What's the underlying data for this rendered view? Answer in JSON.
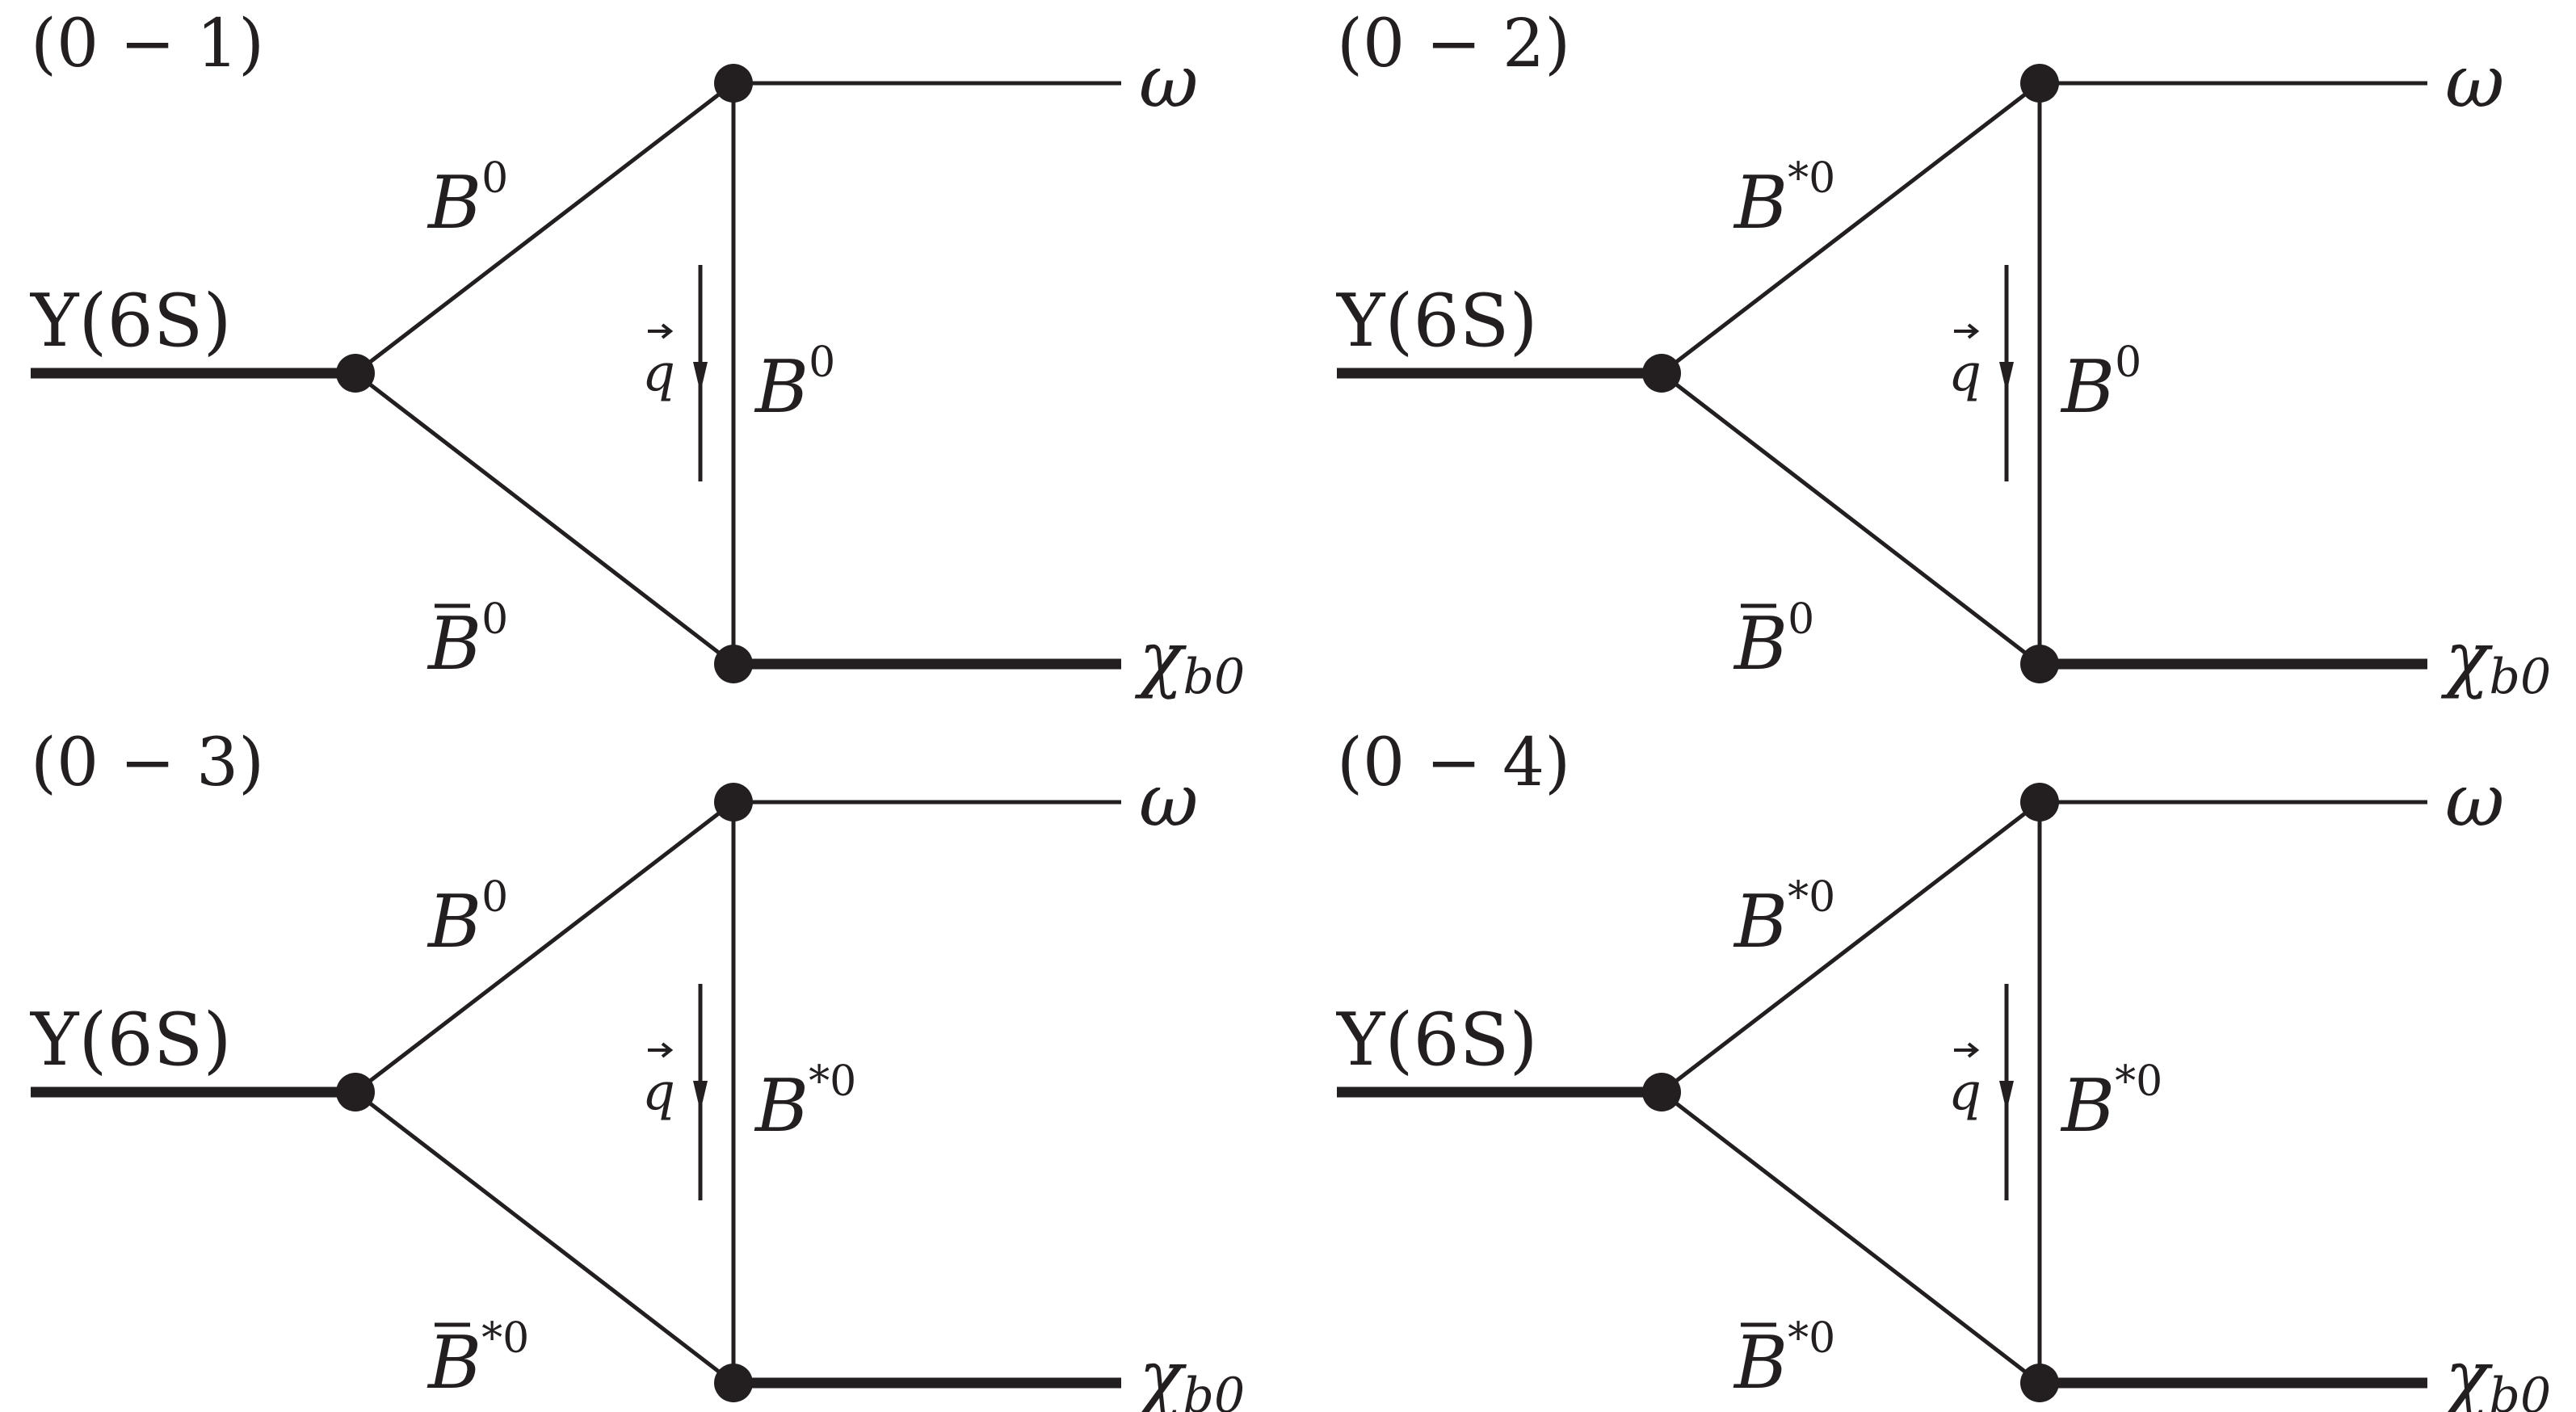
{
  "diagrams": [
    {
      "panel": "(0 − 1)",
      "initial": "Υ(6S)",
      "upper_meson": {
        "base": "B",
        "bar": false,
        "sup": "0"
      },
      "lower_meson": {
        "base": "B",
        "bar": true,
        "sup": "0"
      },
      "exchanged": {
        "base": "B",
        "sup": "0"
      },
      "momentum": "q",
      "final_top": "ω",
      "final_bottom": {
        "base": "χ",
        "sub": "b0"
      }
    },
    {
      "panel": "(0 − 2)",
      "initial": "Υ(6S)",
      "upper_meson": {
        "base": "B",
        "bar": false,
        "sup": "*0"
      },
      "lower_meson": {
        "base": "B",
        "bar": true,
        "sup": "0"
      },
      "exchanged": {
        "base": "B",
        "sup": "0"
      },
      "momentum": "q",
      "final_top": "ω",
      "final_bottom": {
        "base": "χ",
        "sub": "b0"
      }
    },
    {
      "panel": "(0 − 3)",
      "initial": "Υ(6S)",
      "upper_meson": {
        "base": "B",
        "bar": false,
        "sup": "0"
      },
      "lower_meson": {
        "base": "B",
        "bar": true,
        "sup": "*0"
      },
      "exchanged": {
        "base": "B",
        "sup": "*0"
      },
      "momentum": "q",
      "final_top": "ω",
      "final_bottom": {
        "base": "χ",
        "sub": "b0"
      }
    },
    {
      "panel": "(0 − 4)",
      "initial": "Υ(6S)",
      "upper_meson": {
        "base": "B",
        "bar": false,
        "sup": "*0"
      },
      "lower_meson": {
        "base": "B",
        "bar": true,
        "sup": "*0"
      },
      "exchanged": {
        "base": "B",
        "sup": "*0"
      },
      "momentum": "q",
      "final_top": "ω",
      "final_bottom": {
        "base": "χ",
        "sub": "b0"
      }
    }
  ]
}
